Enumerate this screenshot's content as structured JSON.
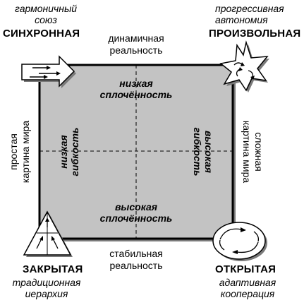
{
  "corners": {
    "top_left": {
      "subtitle_line1": "гармоничный",
      "subtitle_line2": "союз",
      "title": "СИНХРОННАЯ",
      "icon": "arrows-right-icon"
    },
    "top_right": {
      "subtitle_line1": "прогрессивная",
      "subtitle_line2": "автономия",
      "title": "ПРОИЗВОЛЬНАЯ",
      "icon": "starburst-icon"
    },
    "bottom_left": {
      "title": "ЗАКРЫТАЯ",
      "subtitle_line1": "традиционная",
      "subtitle_line2": "иерархия",
      "icon": "triangle-hierarchy-icon"
    },
    "bottom_right": {
      "title": "ОТКРЫТАЯ",
      "subtitle_line1": "адаптивная",
      "subtitle_line2": "кооперация",
      "icon": "circular-arrows-icon"
    }
  },
  "edges": {
    "top_line1": "динамичная",
    "top_line2": "реальность",
    "bottom_line1": "стабильная",
    "bottom_line2": "реальность",
    "left_line1": "простая",
    "left_line2": "картина мира",
    "right_line1": "сложная",
    "right_line2": "картина мира"
  },
  "inner": {
    "top_line1": "низкая",
    "top_line2": "сплочённость",
    "bottom_line1": "высокая",
    "bottom_line2": "сплочённость",
    "left_line1": "низкая",
    "left_line2": "гибкость",
    "right_line1": "высокая",
    "right_line2": "гибкость"
  },
  "colors": {
    "square_fill": "#c3c3c3",
    "stroke": "#000000",
    "background": "#ffffff"
  }
}
